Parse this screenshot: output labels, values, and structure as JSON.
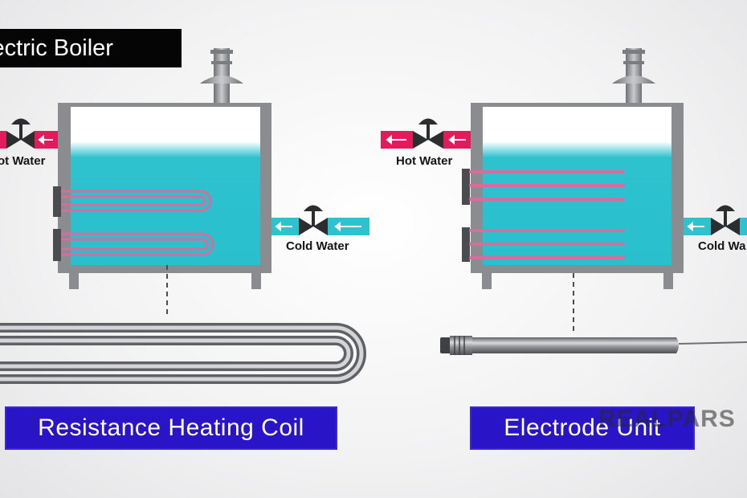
{
  "title": "lectric Boiler",
  "left_boiler": {
    "hot_label": "ot Water",
    "cold_label": "Cold Water",
    "element_label": "Resistance Heating Coil"
  },
  "right_boiler": {
    "hot_label": "Hot Water",
    "cold_label": "Cold Wa",
    "element_label": "Electrode Unit"
  },
  "watermark": "REALPARS",
  "colors": {
    "water": "#2ec2cf",
    "boiler_body": "#8a8c90",
    "hot_pipe": "#e21b5b",
    "cold_pipe": "#2ec2cf",
    "coil": "#d86c9c",
    "banner": "#2a14c8",
    "title_bg": "#050505"
  },
  "icons": [
    "chimney-icon",
    "valve-icon",
    "flow-arrow-icon"
  ]
}
